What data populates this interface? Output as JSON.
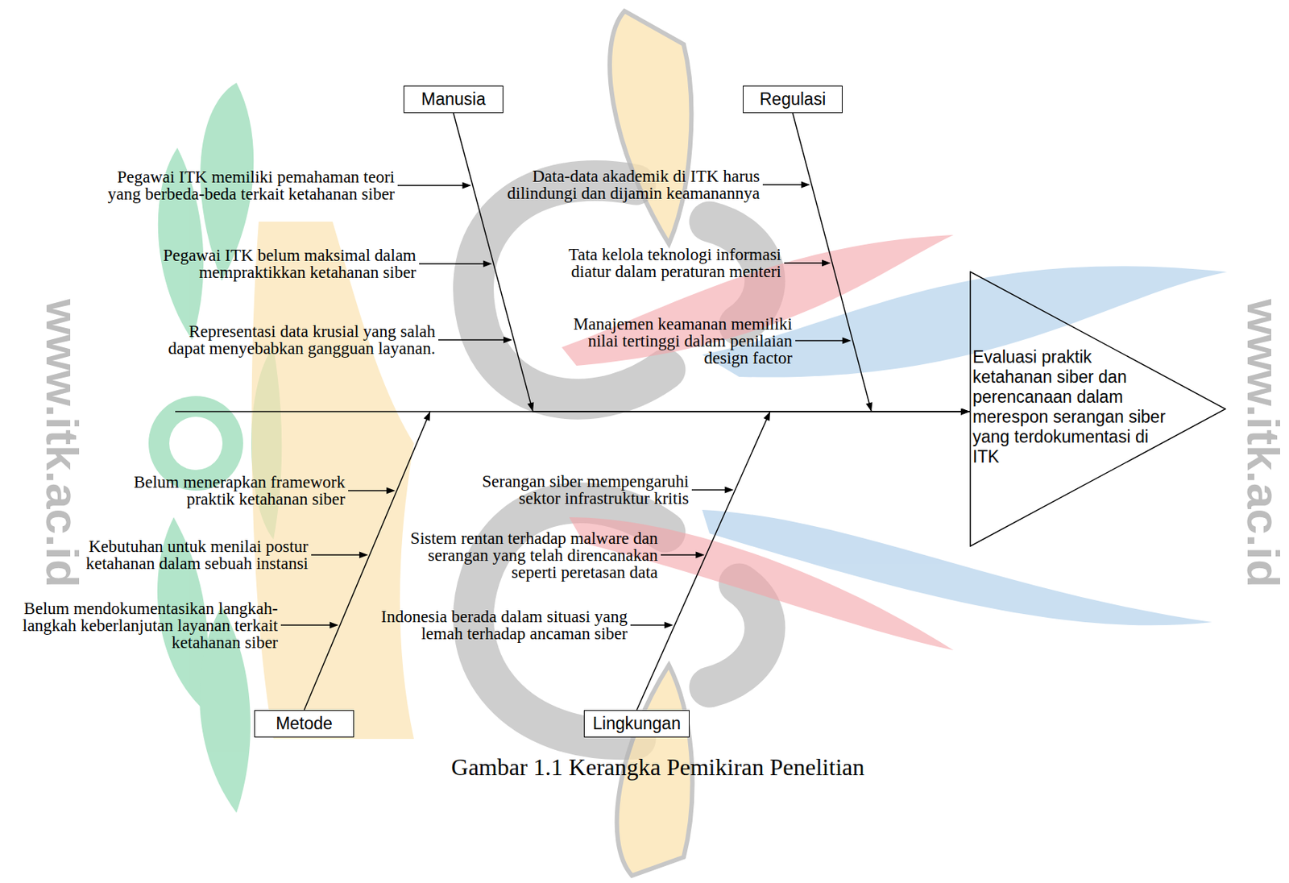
{
  "diagram": {
    "caption": "Gambar 1.1 Kerangka Pemikiran Penelitian",
    "nodes": [
      {
        "text": [
          "Manusia"
        ]
      },
      {
        "text": [
          "Regulasi"
        ]
      },
      {
        "text": [
          "Evaluasi praktik ketahanan siber dan perencanaan dalam merespon serangan siber yang terdokumentasi di ITK"
        ]
      },
      {
        "text": [
          "Metode"
        ]
      },
      {
        "text": [
          "Lingkungan"
        ]
      }
    ],
    "edges": [
      {
        "from": 0,
        "to": 2,
        "arrow": "to"
      },
      {
        "from": 1,
        "to": 2,
        "arrow": "to"
      },
      {
        "from": 3,
        "to": 2,
        "arrow": "to"
      },
      {
        "from": 4,
        "to": 2,
        "arrow": "to"
      }
    ],
    "labels": [
      "www.itk.ac.id",
      "Pegawai ITK memiliki pemahaman teori yang berbeda-beda terkait ketahanan siber",
      "Pegawai ITK belum maksimal dalam mempraktikkan ketahanan siber",
      "Representasi data krusial yang salah dapat menyebabkan gangguan layanan.",
      "Data-data akademik di ITK harus dilindungi dan dijamin keamanannya",
      "Tata kelola teknologi informasi diatur dalam peraturan menteri",
      "Manajemen keamanan memiliki nilai tertinggi dalam penilaian design factor",
      "Belum menerapkan framework praktik ketahanan siber",
      "Kebutuhan untuk menilai postur ketahanan dalam sebuah instansi",
      "Belum mendokumentasikan langkah-langkah keberlanjutan layanan terkait ketahanan siber",
      "Serangan siber mempengaruhi sektor infrastruktur kritis",
      "Sistem rentan terhadap malware dan serangan yang telah direncanakan seperti peretasan data",
      "Indonesia berada dalam situasi yang lemah terhadap ancaman siber",
      "www.itk.ac.id"
    ]
  }
}
